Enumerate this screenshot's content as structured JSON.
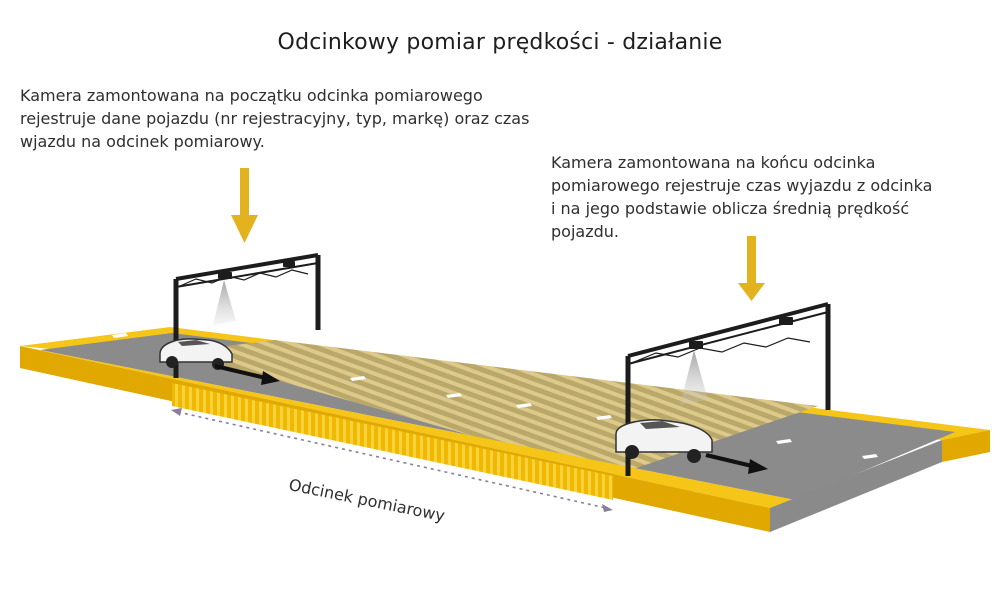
{
  "title": "Odcinkowy pomiar prędkości - działanie",
  "entry_camera_note": [
    "Kamera zamontowana na początku odcinka pomiarowego",
    "rejestruje dane pojazdu (nr rejestracyjny, typ, markę) oraz czas",
    "wjazdu na odcinek pomiarowy."
  ],
  "exit_camera_note": [
    "Kamera zamontowana na końcu odcinka",
    "pomiarowego rejestruje czas wyjazdu z odcinka",
    "i na jego podstawie oblicza średnią prędkość",
    "pojazdu."
  ],
  "section_label": "Odcinek pomiarowy",
  "colors": {
    "accent_yellow": "#f5c518",
    "arrow_gold": "#e3b21f",
    "road_gray": "#8c8c8c",
    "road_dark": "#6e6e6e",
    "measured_zone": "#c9b36a",
    "gantry": "#1c1c1c"
  }
}
